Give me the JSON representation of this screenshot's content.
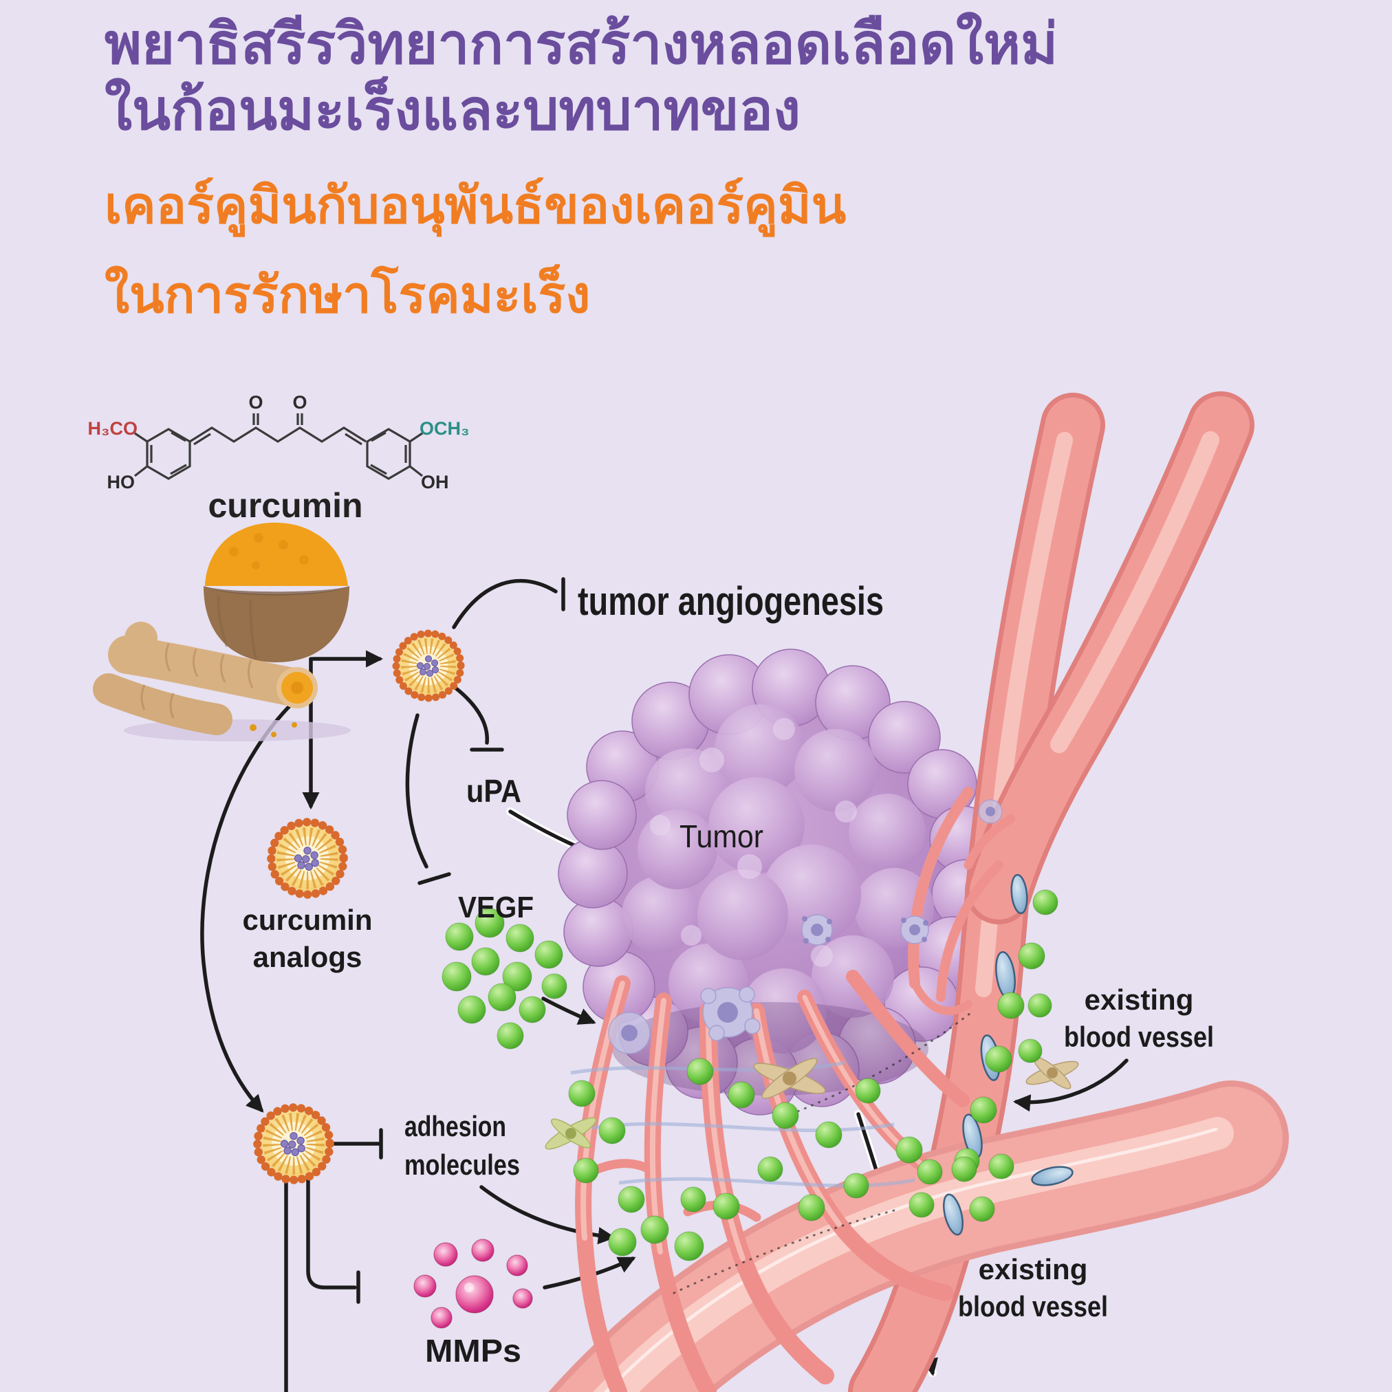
{
  "page": {
    "background_color": "#e7e1f1",
    "language": "Thai / English"
  },
  "title": {
    "line1": "พยาธิสรีรวิทยาการสร้างหลอดเลือดใหม่",
    "line2": "ในก้อนมะเร็งและบทบาทของ",
    "line3": "เคอร์คูมินกับอนุพันธ์ของเคอร์คูมิน",
    "line4": "ในการรักษาโรคมะเร็ง",
    "title_color": "#6a4d9d",
    "subtitle_color": "#f17d22"
  },
  "molecule": {
    "name": "curcumin",
    "label_left_top": "H₃CO",
    "label_left_bottom": "HO",
    "label_right_top": "OCH₃",
    "label_right_bottom": "OH",
    "carbonyl_o_1": "O",
    "carbonyl_o_2": "O",
    "label_left_top_color": "#bf4040",
    "label_right_top_color": "#2a8f86"
  },
  "diagram": {
    "labels": {
      "tumor_angiogenesis": "tumor angiogenesis",
      "upa": "uPA",
      "vegf": "VEGF",
      "tumor": "Tumor",
      "curcumin_analogs_line1": "curcumin",
      "curcumin_analogs_line2": "analogs",
      "adhesion_line1": "adhesion",
      "adhesion_line2": "molecules",
      "mmps": "MMPs",
      "existing_vessel_upper_line1": "existing",
      "existing_vessel_upper_line2": "blood vessel",
      "existing_vessel_lower_line1": "existing",
      "existing_vessel_lower_line2": "blood vessel"
    },
    "colors": {
      "arrow": "#1c1c1c",
      "liposome_ring": "#d96a2d",
      "liposome_body": "#f8d887",
      "liposome_cargo": "#8b7ec2",
      "tumor_purple": "#b78bc6",
      "vessel_pink": "#f19b97",
      "vegf_green": "#5cbc36",
      "mmp_magenta": "#d63488",
      "endothelial_blue": "#9dbfdb",
      "turmeric_orange": "#f0a01b"
    }
  }
}
